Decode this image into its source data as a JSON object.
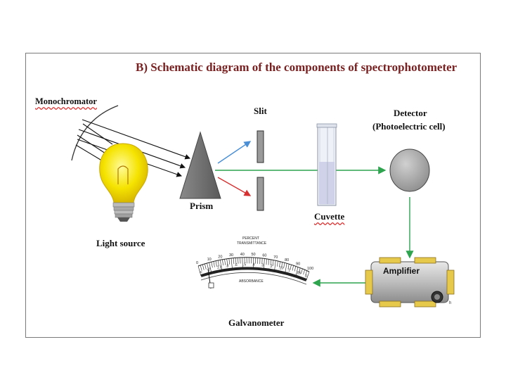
{
  "title": "B) Schematic diagram of  the components of  spectrophotometer",
  "labels": {
    "monochromator": "Monochromator",
    "slit": "Slit",
    "detector_line1": "Detector",
    "detector_line2": "(Photoelectric cell)",
    "prism": "Prism",
    "cuvette": "Cuvette",
    "light_source": "Light source",
    "galvanometer": "Galvanometer",
    "amplifier": "Amplifier"
  },
  "meter": {
    "top_caption_1": "PERCENT",
    "top_caption_2": "TRANSMITTANCE",
    "bottom_caption": "ABSORBANCE",
    "transmittance_scale": [
      "0",
      "10",
      "20",
      "30",
      "40",
      "50",
      "60",
      "70",
      "80",
      "90",
      "100"
    ],
    "absorbance_scale": [
      "∞",
      "2",
      "1.0",
      ".8",
      ".6",
      ".5",
      ".4",
      ".3",
      ".2",
      ".15",
      ".1",
      ".05",
      "0"
    ]
  },
  "amplifier_badge": "h",
  "colors": {
    "title": "#7a1f1f",
    "beam": "#2ea44f",
    "arrow": "#2ea44f",
    "blue_ray": "#4a8fd6",
    "red_ray": "#d63030",
    "bulb": "#f5e300",
    "amplifier_body": "#c9c9c9",
    "amplifier_caps": "#e6c84a"
  }
}
